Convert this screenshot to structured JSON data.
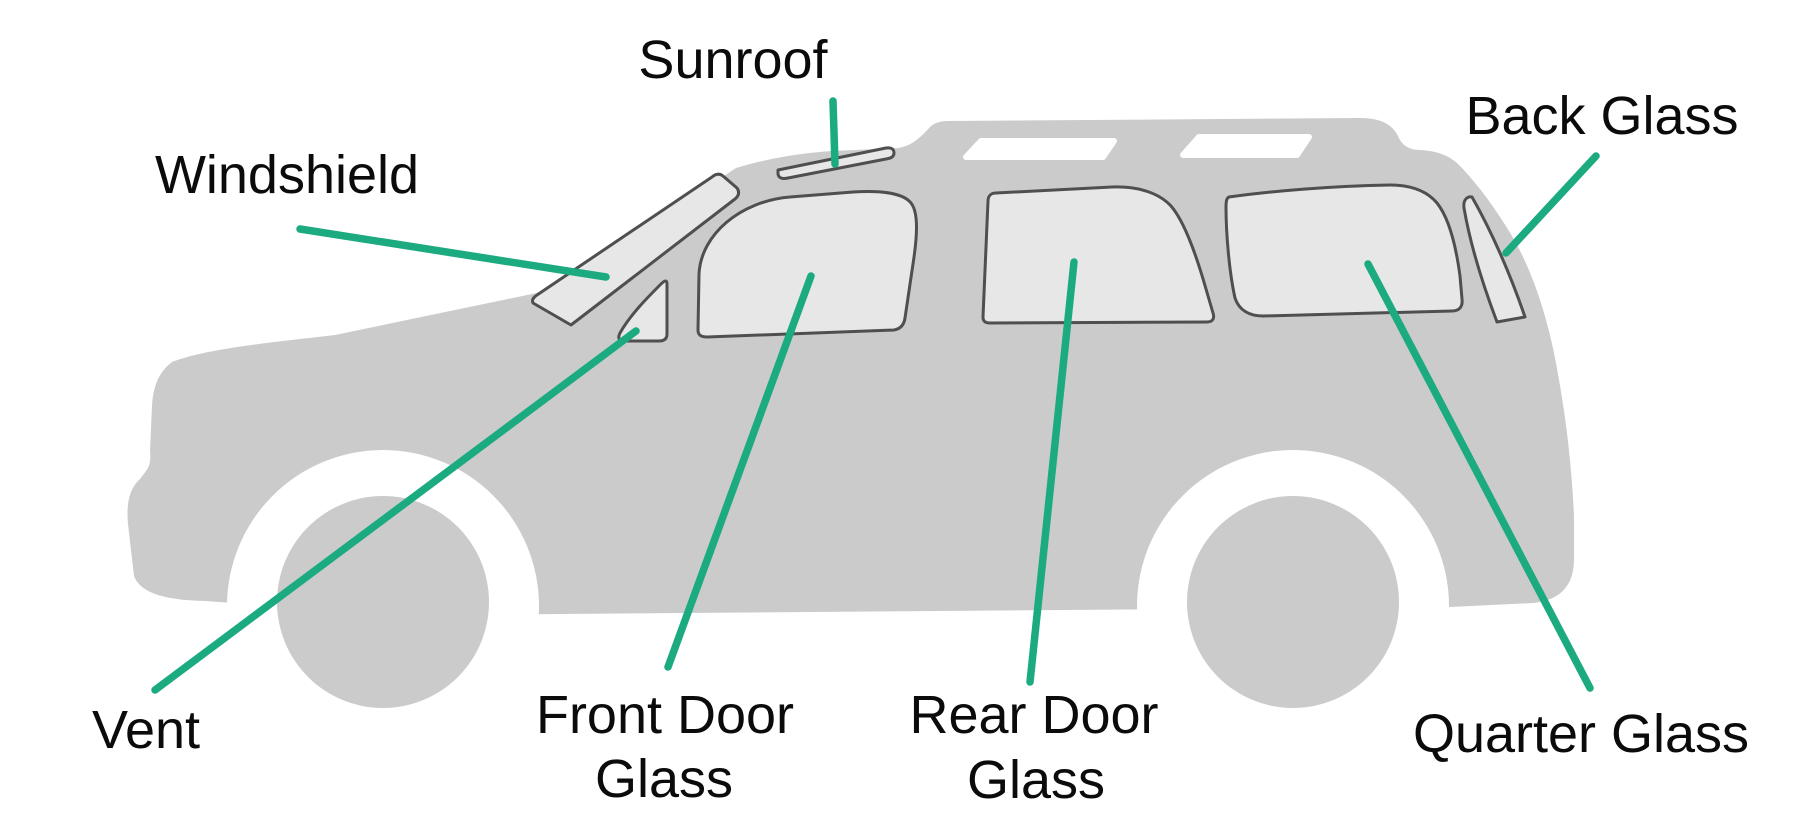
{
  "diagram": {
    "title_visible": false,
    "colors": {
      "car_body": "#cbcbcb",
      "glass": "#e7e7e7",
      "glass_outline": "#4f4f4f",
      "pointer_line": "#1cab80",
      "label_text": "#0b0b0b",
      "background": "#ffffff"
    },
    "labels": {
      "windshield": "Windshield",
      "sunroof": "Sunroof",
      "back_glass": "Back Glass",
      "vent": "Vent",
      "front_door": {
        "line1": "Front Door",
        "line2": "Glass"
      },
      "rear_door": {
        "line1": "Rear Door",
        "line2": "Glass"
      },
      "quarter_glass": "Quarter Glass"
    }
  }
}
